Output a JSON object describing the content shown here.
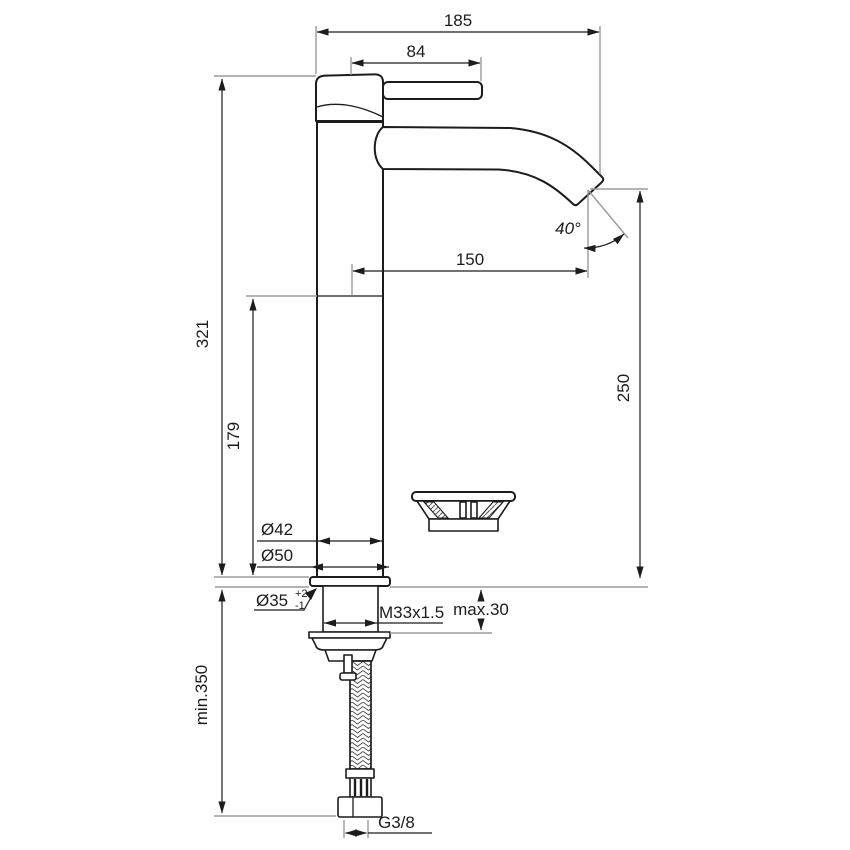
{
  "drawing": {
    "kind": "technical dimension drawing of a single-lever high basin mixer tap with flexible supply hose and waste plug",
    "style": {
      "background": "#ffffff",
      "outline_color": "#1c1c1c",
      "extension_line_color": "#9b9b9b"
    },
    "dimensions": {
      "total_width": "185",
      "handle_length": "84",
      "spout_reach": "150",
      "spout_angle": "40°",
      "outlet_height": "250",
      "total_height": "321",
      "body_height": "179",
      "body_diameter": "Ø42",
      "base_diameter": "Ø50",
      "hole_diameter": "Ø35",
      "hole_tol_plus": "+2",
      "hole_tol_minus": "-1",
      "shank_thread": "M33x1.5",
      "max_deck_thickness": "max.30",
      "min_hose_length": "min.350",
      "hose_thread": "G3/8"
    }
  }
}
